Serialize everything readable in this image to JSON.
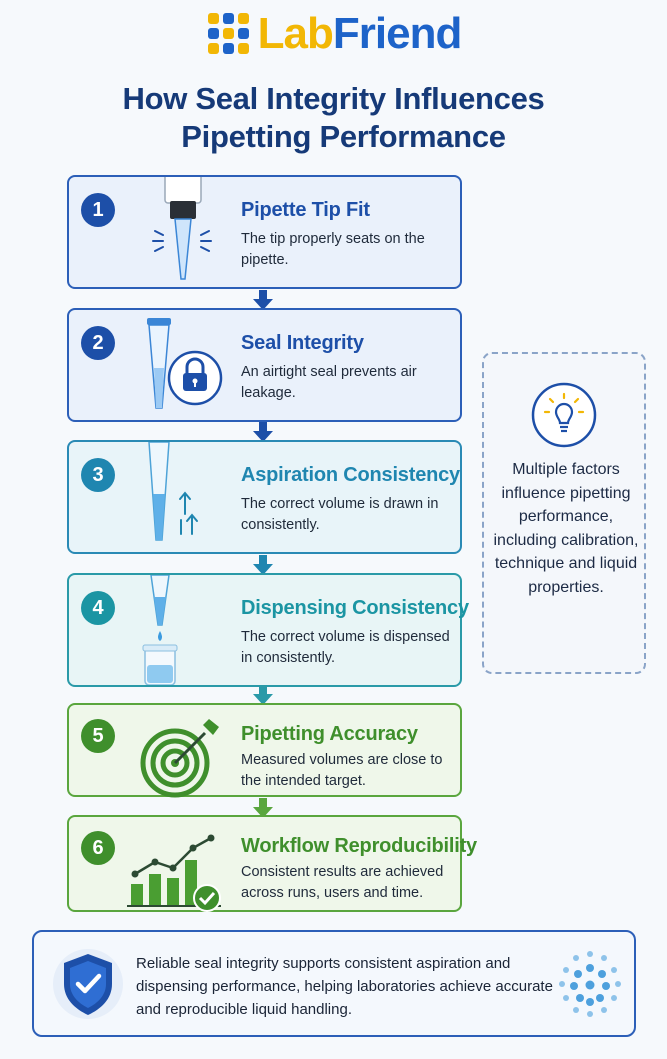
{
  "logo": {
    "part1": "Lab",
    "part2": "Friend"
  },
  "title": {
    "line1": "How Seal Integrity Influences",
    "line2": "Pipetting Performance"
  },
  "steps": [
    {
      "num": "1",
      "title": "Pipette Tip Fit",
      "desc": "The tip properly seats on the pipette.",
      "icon": "pipette-tip-icon",
      "color": "#1d4fa8"
    },
    {
      "num": "2",
      "title": "Seal Integrity",
      "desc": "An airtight seal prevents air leakage.",
      "icon": "padlock-icon",
      "color": "#1d4fa8"
    },
    {
      "num": "3",
      "title": "Aspiration Consistency",
      "desc": "The correct volume is drawn in consistently.",
      "icon": "aspiration-tip-icon",
      "color": "#1f86b0"
    },
    {
      "num": "4",
      "title": "Dispensing Consistency",
      "desc": "The correct volume is dispensed in consistently.",
      "icon": "dispensing-tip-icon",
      "color": "#1b95a3"
    },
    {
      "num": "5",
      "title": "Pipetting Accuracy",
      "desc": "Measured volumes are close to the intended target.",
      "icon": "target-icon",
      "color": "#3f8f2c"
    },
    {
      "num": "6",
      "title": "Workflow Reproducibility",
      "desc": "Consistent results are achieved across runs, users and time.",
      "icon": "bar-chart-check-icon",
      "color": "#3f8f2c"
    }
  ],
  "side_note": {
    "text": "Multiple factors influence pipetting performance, including calibration, technique and liquid properties.",
    "icon": "lightbulb-icon"
  },
  "footer": {
    "text": "Reliable seal integrity supports consistent aspiration and dispensing performance, helping laboratories achieve accurate and reproducible liquid handling.",
    "icon": "shield-check-icon"
  },
  "colors": {
    "title": "#163a78",
    "blue": "#1d4fa8",
    "teal": "#1f86b0",
    "green": "#3f8f2c",
    "logo_yellow": "#f2b705",
    "logo_blue": "#1d63c9"
  }
}
